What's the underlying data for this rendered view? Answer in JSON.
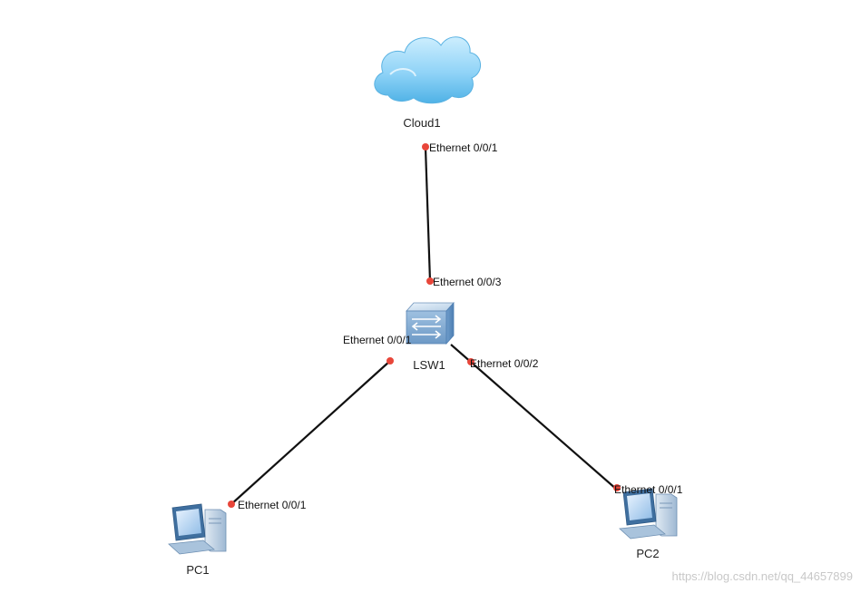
{
  "diagram": {
    "nodes": {
      "cloud": {
        "name": "Cloud1",
        "icon": "cloud-icon"
      },
      "switch": {
        "name": "LSW1",
        "icon": "switch-icon"
      },
      "pc1": {
        "name": "PC1",
        "icon": "pc-icon"
      },
      "pc2": {
        "name": "PC2",
        "icon": "pc-icon"
      }
    },
    "links": [
      {
        "from": "Cloud1",
        "from_port": "Ethernet 0/0/1",
        "to": "LSW1",
        "to_port": "Ethernet 0/0/3"
      },
      {
        "from": "LSW1",
        "from_port": "Ethernet 0/0/1",
        "to": "PC1",
        "to_port": "Ethernet 0/0/1"
      },
      {
        "from": "LSW1",
        "from_port": "Ethernet 0/0/2",
        "to": "PC2",
        "to_port": "Ethernet 0/0/1"
      }
    ],
    "port_color": "#e8463a",
    "link_color": "#111111"
  },
  "watermark": "https://blog.csdn.net/qq_44657899"
}
